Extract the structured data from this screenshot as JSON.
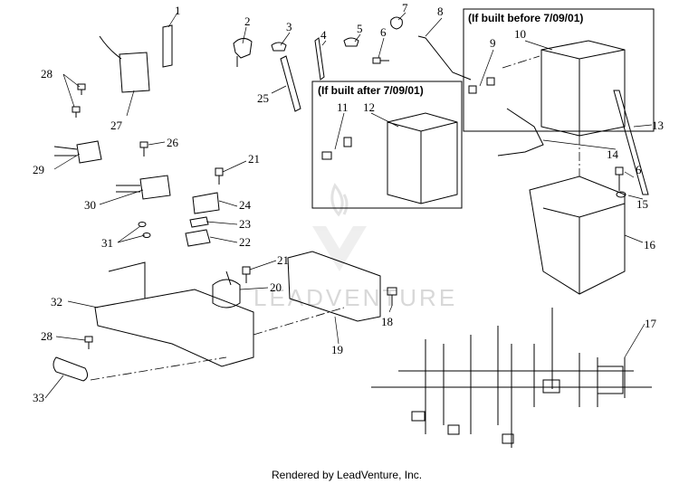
{
  "diagram": {
    "callouts": [
      "1",
      "2",
      "3",
      "4",
      "5",
      "6",
      "7",
      "8",
      "9",
      "10",
      "11",
      "12",
      "13",
      "14",
      "15",
      "16",
      "17",
      "18",
      "19",
      "20",
      "21",
      "22",
      "23",
      "24",
      "25",
      "26",
      "27",
      "28",
      "29",
      "30",
      "31",
      "32",
      "33"
    ],
    "box_before_title": "(If built before 7/09/01)",
    "box_after_title": "(If built after 7/09/01)",
    "watermark": "LEADVENTURE",
    "footer": "Rendered by LeadVenture, Inc.",
    "colors": {
      "line": "#000000",
      "watermark": "#d8d8d8",
      "background": "#ffffff"
    }
  }
}
